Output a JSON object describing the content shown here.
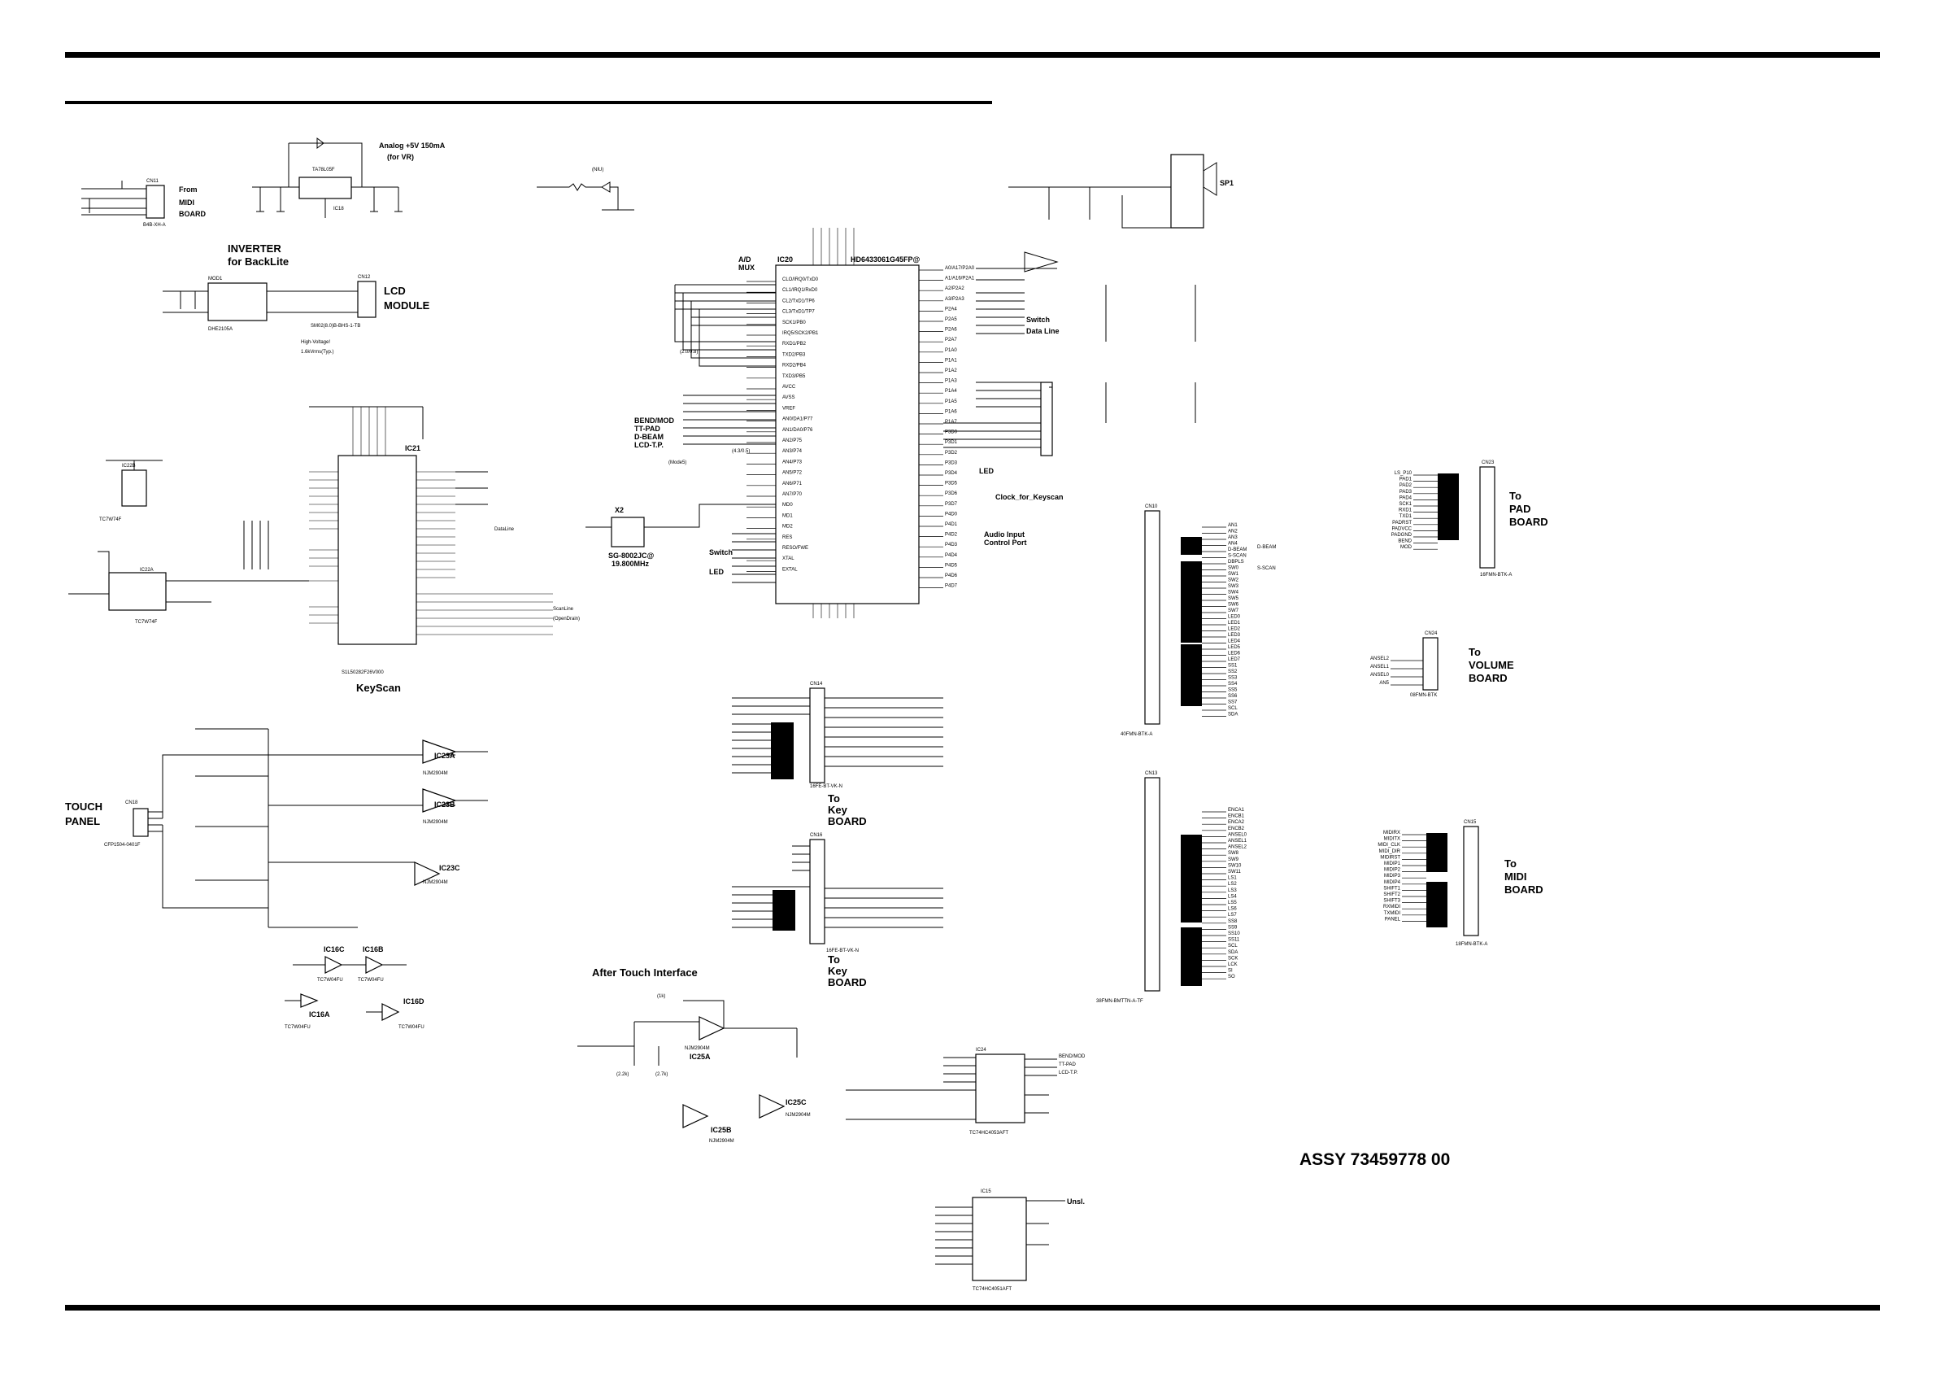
{
  "labels": {
    "analog": "Analog  +5V 150mA",
    "for_vr": "(for VR)",
    "inverter": "INVERTER",
    "for_backlite": "for BackLite",
    "lcd": "LCD",
    "module": "MODULE",
    "from": "From",
    "midi": "MIDI",
    "board": "BOARD",
    "keyscan": "KeyScan",
    "touch": "TOUCH",
    "panel": "PANEL",
    "after_touch": "After Touch  Interface",
    "to": "To",
    "pad": "PAD",
    "volume": "VOLUME",
    "key": "Key",
    "assy": "ASSY    73459778    00",
    "niu": "(NIU)",
    "high_voltage": "High-Voltage!",
    "kvrms": "1.6kVrms(Typ.)",
    "switch_data_line": "Switch",
    "data_line": "Data Line",
    "led_data_line": "LED",
    "clock_for_keyscan": "Clock_for_Keyscan",
    "audio_input": "Audio Input",
    "control_port": "Control Port",
    "dataline": "DataLine",
    "scanline": "ScanLine",
    "opendrain": "(OpenDrain)",
    "switch": "Switch",
    "led": "LED",
    "ad_mux": "A/D",
    "mux": "MUX",
    "mode5": "(Mode5)",
    "ratio": "(4.3/0.5)",
    "ratio2": "(2.0/0.8)",
    "bend_mod": "BEND/MOD",
    "tt_pad": "TT-PAD",
    "dbeam": "D-BEAM",
    "lcd_tp": "LCD-T.P.",
    "unsel": "Unsl.",
    "dbeam_sig": "D-BEAM",
    "sscan_sig": "S-SCAN",
    "k1": "(1k)",
    "k22": "(2.2k)",
    "k27": "(2.7k)",
    "x2": "X2",
    "xtal": "SG-8002JC@",
    "xtal_freq": "19.800MHz"
  },
  "ics": {
    "ic20": "IC20",
    "ic20_part": "HD6433061G45FP@",
    "ic21": "IC21",
    "ic21_part": "S1L50282F26V000",
    "ic18": "IC18",
    "ic18_part": "TA78L05F",
    "ic22a": "IC22A",
    "ic22b": "IC22B",
    "ic22_part": "TC7W74F",
    "ic23a": "IC23A",
    "ic23b": "IC23B",
    "ic23c": "IC23C",
    "njm2904": "NJM2904M",
    "ic16a": "IC16A",
    "ic16b": "IC16B",
    "ic16c": "IC16C",
    "ic16d": "IC16D",
    "tc7w04": "TC7W04FU",
    "ic25a": "IC25A",
    "ic25b": "IC25B",
    "ic25c": "IC25C",
    "ic24": "IC24",
    "ic24_part": "TC74HC4053AFT",
    "ic15": "IC15",
    "ic15_part": "TC74HC4051AFT",
    "mod1": "MOD1",
    "mod1_part": "DHE2105A"
  },
  "connectors": {
    "cn11": "CN11",
    "cn11_part": "B4B-XH-A",
    "cn12": "CN12",
    "cn12_part": "SM02(8.0)B-BHS-1-TB",
    "cn18": "CN18",
    "cn18_part": "CFP1504-0401F",
    "cn14": "CN14",
    "cn14_part": "16FE-BT-VK-N",
    "cn16": "CN16",
    "cn16_part": "16FE-BT-VK-N",
    "cn10": "CN10",
    "cn10_part": "40FMN-BTK-A",
    "cn13": "CN13",
    "cn13_part": "38FMN-BMTTN-A-TF",
    "cn23": "CN23",
    "cn23_part": "16FMN-BTK-A",
    "cn24": "CN24",
    "cn24_part": "08FMN-BTK",
    "cn15": "CN15",
    "cn15_part": "18FMN-BTK-A",
    "sp1": "SP1"
  },
  "ic20_left_pins": [
    "CLO/IRQ0/TxD0",
    "CL1/IRQ1/RxD0",
    "CL2/TxD1/TP6",
    "CL3/TxD1/TP7",
    "SCK1/PB0",
    "IRQ5/SCK2/PB1",
    "RXD1/PB2",
    "TXD2/PB3",
    "RXD2/PB4",
    "TXD3/PB5",
    "AVCC",
    "AVSS",
    "VREF",
    "AN0/DA1/P77",
    "AN1/DA0/P76",
    "AN2/P75",
    "AN3/P74",
    "AN4/P73",
    "AN5/P72",
    "AN6/P71",
    "AN7/P70",
    "MD0",
    "MD1",
    "MD2",
    "RES",
    "RESO/FWE",
    "XTAL",
    "EXTAL"
  ],
  "ic20_right_pins": [
    "A0/A17/P2A0",
    "A1/A16/P2A1",
    "A2/P2A2",
    "A3/P2A3",
    "P2A4",
    "P2A5",
    "P2A6",
    "P2A7",
    "P1A0",
    "P1A1",
    "P1A2",
    "P1A3",
    "P1A4",
    "P1A5",
    "P1A6",
    "P1A7",
    "P3D0",
    "P3D1",
    "P3D2",
    "P3D3",
    "P3D4",
    "P3D5",
    "P3D6",
    "P3D7",
    "P4D0",
    "P4D1",
    "P4D2",
    "P4D3",
    "P4D4",
    "P4D5",
    "P4D6",
    "P4D7"
  ],
  "cn23_signals": [
    "LS_P10",
    "PAD1",
    "PAD2",
    "PAD3",
    "PAD4",
    "SCK1",
    "RXD1",
    "TXD1",
    "PADRST",
    "PADVCC",
    "PADGND",
    "BEND",
    "MOD"
  ],
  "cn24_signals": [
    "ANSEL2",
    "ANSEL1",
    "ANSEL0",
    "AN5"
  ],
  "cn15_signals": [
    "MIDIRX",
    "MIDITX",
    "MIDI_CLK",
    "MIDI_DIR",
    "MIDIRST",
    "MIDIP1",
    "MIDIP2",
    "MIDIP3",
    "MIDIP4",
    "SHIFT1",
    "SHIFT2",
    "SHIFT3",
    "RXMIDI",
    "TXMIDI",
    "PANEL"
  ],
  "cn10_signals": [
    "AN1",
    "AN2",
    "AN3",
    "AN4",
    "D-BEAM",
    "S-SCAN",
    "DBPLS",
    "SW0",
    "SW1",
    "SW2",
    "SW3",
    "SW4",
    "SW5",
    "SW6",
    "SW7",
    "LED0",
    "LED1",
    "LED2",
    "LED3",
    "LED4",
    "LED5",
    "LED6",
    "LED7",
    "SS1",
    "SS2",
    "SS3",
    "SS4",
    "SS5",
    "SS6",
    "SS7",
    "SCL",
    "SDA"
  ],
  "cn13_signals": [
    "ENCA1",
    "ENCB1",
    "ENCA2",
    "ENCB2",
    "ANSEL0",
    "ANSEL1",
    "ANSEL2",
    "SW8",
    "SW9",
    "SW10",
    "SW11",
    "LS1",
    "LS2",
    "LS3",
    "LS4",
    "LS5",
    "LS6",
    "LS7",
    "SS8",
    "SS9",
    "SS10",
    "SS11",
    "SCL",
    "SDA",
    "SCK",
    "LCK",
    "SI",
    "SO"
  ]
}
